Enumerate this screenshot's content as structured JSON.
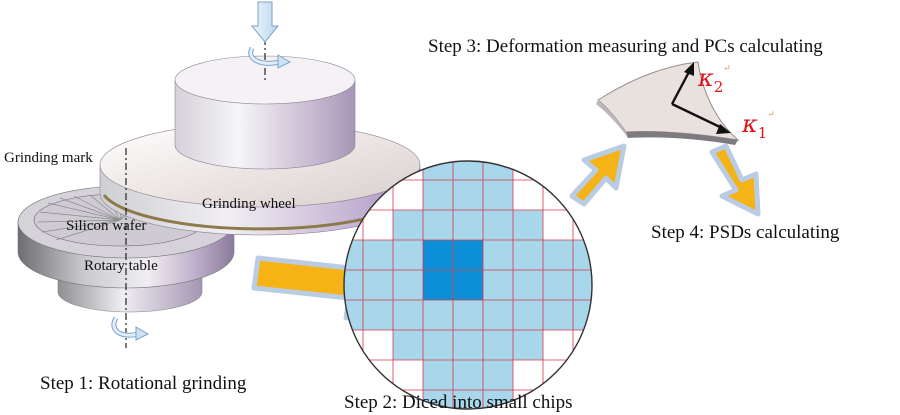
{
  "steps": {
    "step1": "Step 1: Rotational grinding",
    "step2": "Step 2: Diced into small chips",
    "step3": "Step 3: Deformation measuring and PCs calculating",
    "step4": "Step 4: PSDs calculating"
  },
  "labels": {
    "grinding_mark": "Grinding mark",
    "grinding_wheel": "Grinding wheel",
    "silicon_wafer": "Silicon wafer",
    "rotary_table": "Rotary table"
  },
  "curvatures": {
    "k1_symbol": "κ",
    "k1_index": "1",
    "k2_symbol": "κ",
    "k2_index": "2"
  },
  "colors": {
    "arrow_fill": "#f5b316",
    "arrow_outline": "#b9cce3",
    "chip_light": "#a8d6ea",
    "chip_center": "#0d8fd7",
    "dicing_lines": "#d9364b",
    "wheel_body": "#e6e2ea",
    "wheel_side": "#b8a8c6",
    "spindle_arrow": "#d8e8f6"
  }
}
